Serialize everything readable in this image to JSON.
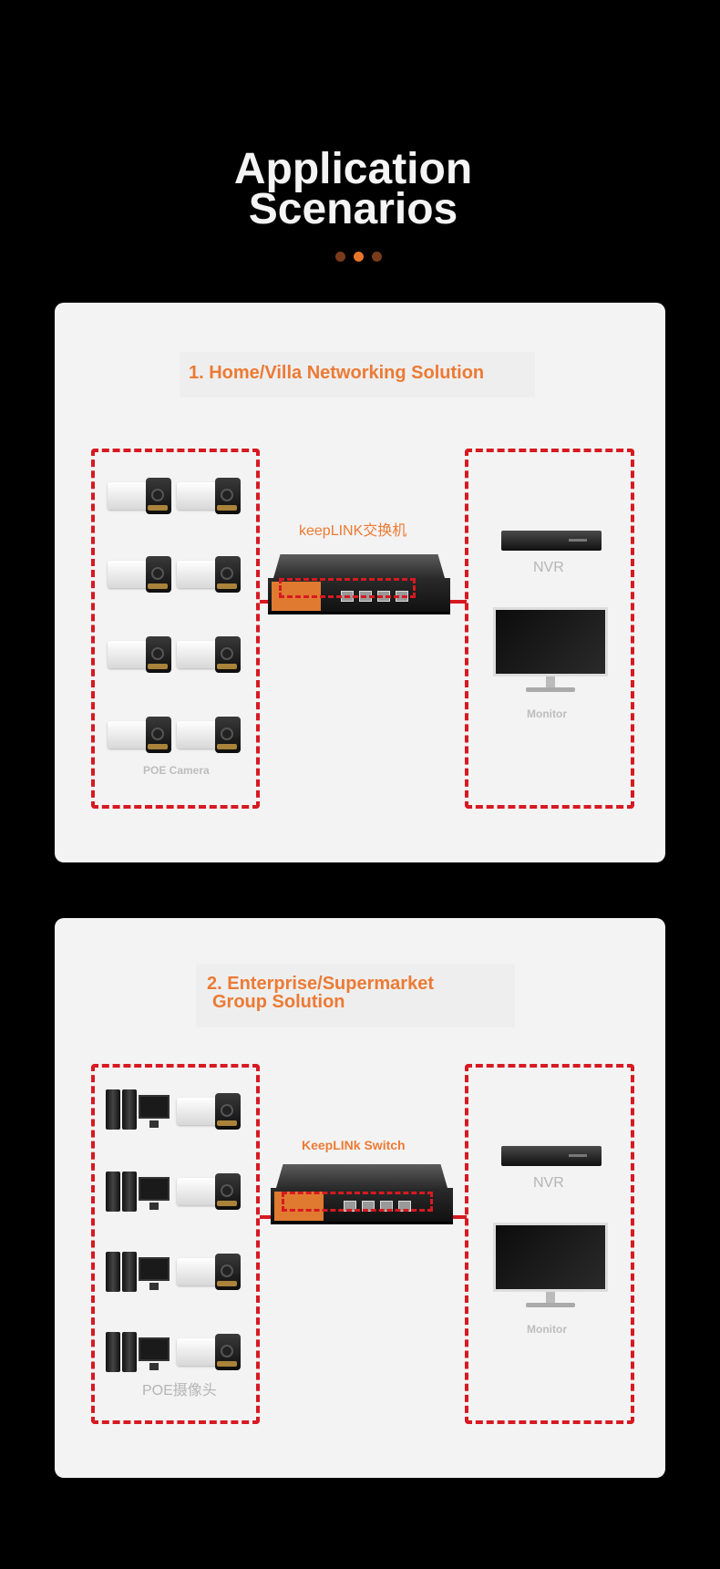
{
  "header": {
    "title_line1": "Application",
    "title_line2": "Scenarios",
    "dot_colors": [
      "#7a3b1b",
      "#e8762a",
      "#7a3b1b"
    ]
  },
  "scenario1": {
    "heading": "1. Home/Villa Networking Solution",
    "switch_label": "keepLINK交换机",
    "camera_label": "POE Camera",
    "nvr_label": "NVR",
    "monitor_label": "Monitor"
  },
  "scenario2": {
    "heading_line1": "2. Enterprise/Supermarket",
    "heading_line2": "Group Solution",
    "switch_label": "KeepLINk Switch",
    "camera_label": "POE摄像头",
    "nvr_label": "NVR",
    "monitor_label": "Monitor"
  },
  "colors": {
    "accent": "#ec7a34",
    "dash_red": "#d71921",
    "panel": "#f3f3f3",
    "background": "#000000"
  }
}
